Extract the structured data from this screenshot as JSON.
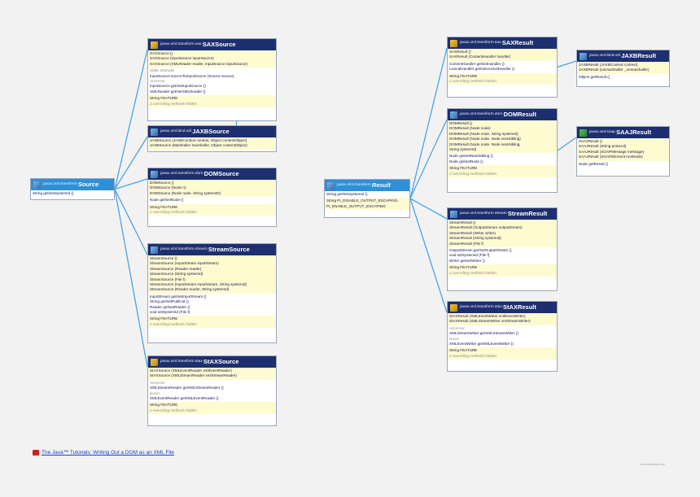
{
  "diagram": {
    "boxes": [
      {
        "id": "saxsource",
        "pkg": "javax.xml.transform.sax.",
        "cls": "SAXSource",
        "icon": "yellow",
        "sections": [
          {
            "style": "yellow",
            "rows": [
              {
                "t": "SAXSource ()"
              },
              {
                "t": "SAXSource (InputSource inputSource)"
              },
              {
                "t": "SAXSource (XMLReader reader, InputSource inputSource)"
              }
            ]
          },
          {
            "style": "white",
            "rows": [
              {
                "t": "Static Methods",
                "cap": true
              },
              {
                "t": "InputSource  sourceToInputSource (Source source)"
              },
              {
                "t": "Accessor",
                "cap": true
              },
              {
                "t": "InputSource  get/setInputSource ()"
              },
              {
                "t": "  XMLReader  get/setXMLReader ()"
              }
            ]
          },
          {
            "style": "yellow",
            "rows": [
              {
                "t": "String  FEATURE"
              },
              {
                "t": "2 overriding methods hidden",
                "gray": true
              }
            ]
          }
        ]
      },
      {
        "id": "jaxbsource",
        "pkg": "javax.xml.bind.util.",
        "cls": "JAXBSource",
        "icon": "blue",
        "sections": [
          {
            "style": "yellow",
            "rows": [
              {
                "t": "JAXBSource (JAXBContext context, Object contentObject)"
              },
              {
                "t": "JAXBSource (Marshaller marshaller, Object contentObject)"
              }
            ]
          }
        ]
      },
      {
        "id": "source",
        "pkg": "javax.xml.transform.",
        "cls": "Source",
        "icon": "blue",
        "highlight": true,
        "sections": [
          {
            "style": "white",
            "rows": [
              {
                "t": "String  get/setSystemId ()"
              }
            ]
          }
        ]
      },
      {
        "id": "domsource",
        "pkg": "javax.xml.transform.dom.",
        "cls": "DOMSource",
        "icon": "blue",
        "sections": [
          {
            "style": "yellow",
            "rows": [
              {
                "t": "DOMSource ()"
              },
              {
                "t": "DOMSource (Node n)"
              },
              {
                "t": "DOMSource (Node node, String systemID)"
              }
            ]
          },
          {
            "style": "white",
            "rows": [
              {
                "t": "Node  get/setNode ()"
              }
            ]
          },
          {
            "style": "yellow",
            "rows": [
              {
                "t": "String  FEATURE"
              },
              {
                "t": "2 overriding methods hidden",
                "gray": true
              }
            ]
          }
        ]
      },
      {
        "id": "streamsource",
        "pkg": "javax.xml.transform.stream.",
        "cls": "StreamSource",
        "icon": "blue",
        "sections": [
          {
            "style": "yellow",
            "rows": [
              {
                "t": "StreamSource ()"
              },
              {
                "t": "StreamSource (InputStream inputStream)"
              },
              {
                "t": "StreamSource (Reader reader)"
              },
              {
                "t": "StreamSource (String systemId)"
              },
              {
                "t": "StreamSource (File f)"
              },
              {
                "t": "StreamSource (InputStream inputStream, String systemId)"
              },
              {
                "t": "StreamSource (Reader reader, String systemId)"
              }
            ]
          },
          {
            "style": "white",
            "rows": [
              {
                "t": "InputStream  get/setInputStream ()"
              },
              {
                "t": "       String  get/setPublicId ()"
              },
              {
                "t": "     Reader  get/setReader ()"
              },
              {
                "t": "         void  setSystemId (File f)"
              }
            ]
          },
          {
            "style": "yellow",
            "rows": [
              {
                "t": "String  FEATURE"
              },
              {
                "t": "2 overriding methods hidden",
                "gray": true
              }
            ]
          }
        ]
      },
      {
        "id": "staxsource",
        "pkg": "javax.xml.transform.stax.",
        "cls": "StAXSource",
        "icon": "yellow",
        "sections": [
          {
            "style": "yellow",
            "rows": [
              {
                "t": "StAXSource (XMLEventReader xmlEventReader)"
              },
              {
                "t": "StAXSource (XMLStreamReader xmlStreamReader)"
              }
            ]
          },
          {
            "style": "white",
            "rows": [
              {
                "t": "Accessor",
                "cap": true
              },
              {
                "t": "XMLStreamReader  getXMLStreamReader ()"
              },
              {
                "t": "Event",
                "cap": true
              },
              {
                "t": "  XMLEventReader  getXMLEventReader ()"
              }
            ]
          },
          {
            "style": "yellow",
            "rows": [
              {
                "t": "String  FEATURE"
              },
              {
                "t": "2 overriding methods hidden",
                "gray": true
              }
            ]
          }
        ]
      },
      {
        "id": "result",
        "pkg": "javax.xml.transform.",
        "cls": "Result",
        "icon": "blue",
        "highlight": true,
        "sections": [
          {
            "style": "white",
            "rows": [
              {
                "t": "String  get/setSystemId ()"
              }
            ]
          },
          {
            "style": "yellow",
            "rows": [
              {
                "t": "String  PI_DISABLE_OUTPUT_ESCAPING,"
              },
              {
                "t": "           PI_ENABLE_OUTPUT_ESCAPING"
              }
            ]
          }
        ]
      },
      {
        "id": "saxresult",
        "pkg": "javax.xml.transform.sax.",
        "cls": "SAXResult",
        "icon": "yellow",
        "sections": [
          {
            "style": "yellow",
            "rows": [
              {
                "t": "SAXResult ()"
              },
              {
                "t": "SAXResult (ContentHandler handler)"
              }
            ]
          },
          {
            "style": "white",
            "rows": [
              {
                "t": "ContentHandler  get/setHandler ()"
              },
              {
                "t": "  LexicalHandler  get/setLexicalHandler ()"
              }
            ]
          },
          {
            "style": "yellow",
            "rows": [
              {
                "t": "String  FEATURE"
              },
              {
                "t": "2 overriding methods hidden",
                "gray": true
              }
            ]
          }
        ]
      },
      {
        "id": "jaxbresult",
        "pkg": "javax.xml.bind.util.",
        "cls": "JAXBResult",
        "icon": "blue",
        "sections": [
          {
            "style": "yellow",
            "rows": [
              {
                "t": "JAXBResult (JAXBContext context)"
              },
              {
                "t": "JAXBResult (Unmarshaller _unmarshaller)"
              }
            ]
          },
          {
            "style": "white",
            "rows": [
              {
                "t": "Object  getResult ()"
              }
            ]
          }
        ]
      },
      {
        "id": "domresult",
        "pkg": "javax.xml.transform.dom.",
        "cls": "DOMResult",
        "icon": "blue",
        "sections": [
          {
            "style": "yellow",
            "rows": [
              {
                "t": "DOMResult ()"
              },
              {
                "t": "DOMResult (Node node)"
              },
              {
                "t": "DOMResult (Node node, String systemId)"
              },
              {
                "t": "DOMResult (Node node, Node nextSibling)"
              },
              {
                "t": "DOMResult (Node node, Node nextSibling,"
              },
              {
                "t": "        String systemId)"
              }
            ]
          },
          {
            "style": "white",
            "rows": [
              {
                "t": "Node  get/setNextSibling ()"
              },
              {
                "t": "Node  get/setNode ()"
              }
            ]
          },
          {
            "style": "yellow",
            "rows": [
              {
                "t": "String  FEATURE"
              },
              {
                "t": "2 overriding methods hidden",
                "gray": true
              }
            ]
          }
        ]
      },
      {
        "id": "saajresult",
        "pkg": "javax.xml.soap.",
        "cls": "SAAJResult",
        "icon": "green",
        "sections": [
          {
            "style": "yellow",
            "rows": [
              {
                "t": "SAAJResult ()"
              },
              {
                "t": "SAAJResult (String protocol)"
              },
              {
                "t": "SAAJResult (SOAPMessage message)"
              },
              {
                "t": "SAAJResult (SOAPElement rootNode)"
              }
            ]
          },
          {
            "style": "white",
            "rows": [
              {
                "t": "Node  getResult ()"
              }
            ]
          }
        ]
      },
      {
        "id": "streamresult",
        "pkg": "javax.xml.transform.stream.",
        "cls": "StreamResult",
        "icon": "blue",
        "sections": [
          {
            "style": "yellow",
            "rows": [
              {
                "t": "StreamResult ()"
              },
              {
                "t": "StreamResult (OutputStream outputStream)"
              },
              {
                "t": "StreamResult (Writer writer)"
              },
              {
                "t": "StreamResult (String systemId)"
              },
              {
                "t": "StreamResult (File f)"
              }
            ]
          },
          {
            "style": "white",
            "rows": [
              {
                "t": "OutputStream  get/setOutputStream ()"
              },
              {
                "t": "            void  setSystemId (File f)"
              },
              {
                "t": "          Writer  get/setWriter ()"
              }
            ]
          },
          {
            "style": "yellow",
            "rows": [
              {
                "t": "String  FEATURE"
              },
              {
                "t": "2 overriding methods hidden",
                "gray": true
              }
            ]
          }
        ]
      },
      {
        "id": "staxresult",
        "pkg": "javax.xml.transform.stax.",
        "cls": "StAXResult",
        "icon": "yellow",
        "sections": [
          {
            "style": "yellow",
            "rows": [
              {
                "t": "StAXResult (XMLEventWriter xmlEventWriter)"
              },
              {
                "t": "StAXResult (XMLStreamWriter xmlStreamWriter)"
              }
            ]
          },
          {
            "style": "white",
            "rows": [
              {
                "t": "Accessor",
                "cap": true
              },
              {
                "t": "XMLStreamWriter  getXMLStreamWriter ()"
              },
              {
                "t": "Event",
                "cap": true
              },
              {
                "t": "  XMLEventWriter  getXMLEventWriter ()"
              }
            ]
          },
          {
            "style": "yellow",
            "rows": [
              {
                "t": "String  FEATURE"
              },
              {
                "t": "2 overriding methods hidden",
                "gray": true
              }
            ]
          }
        ]
      }
    ],
    "edges": [
      {
        "from": "source",
        "to": "saxsource"
      },
      {
        "from": "source",
        "to": "jaxbsource"
      },
      {
        "from": "source",
        "to": "domsource"
      },
      {
        "from": "source",
        "to": "streamsource"
      },
      {
        "from": "source",
        "to": "staxsource"
      },
      {
        "from": "saxsource",
        "to": "jaxbsource"
      },
      {
        "from": "result",
        "to": "saxresult"
      },
      {
        "from": "result",
        "to": "domresult"
      },
      {
        "from": "result",
        "to": "streamresult"
      },
      {
        "from": "result",
        "to": "staxresult"
      },
      {
        "from": "saxresult",
        "to": "jaxbresult"
      },
      {
        "from": "domresult",
        "to": "saajresult"
      }
    ],
    "edge_color": "#4aa3e6"
  },
  "footer": {
    "link_text": "The Java™ Tutorials: Writing Out a DOM as an XML File",
    "credit": "www.falkhausen.de"
  }
}
